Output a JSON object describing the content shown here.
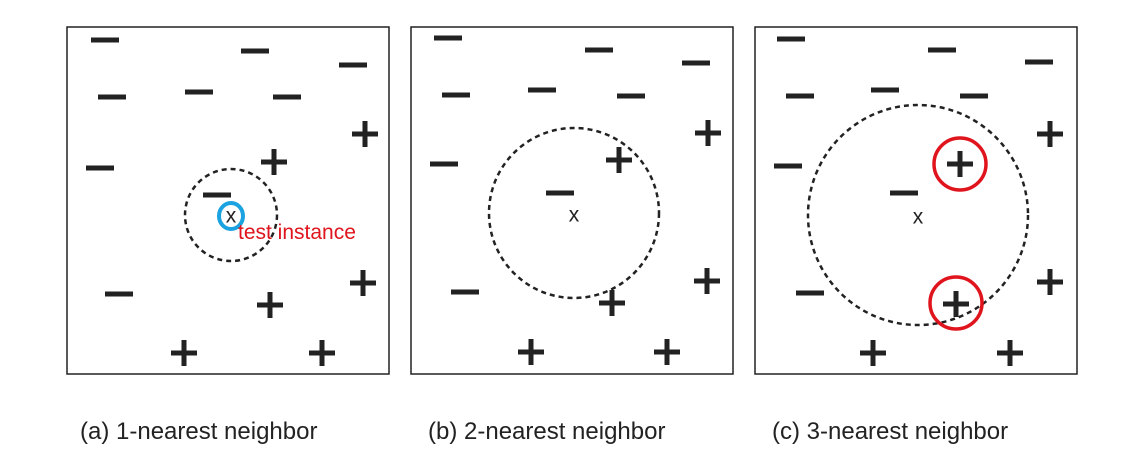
{
  "captions": {
    "a": "(a) 1-nearest neighbor",
    "b": "(b) 2-nearest neighbor",
    "c": "(c) 3-nearest neighbor"
  },
  "labels": {
    "test_point": "x",
    "test_instance": "test instance",
    "minus": "−",
    "plus": "+"
  },
  "colors": {
    "ink": "#222222",
    "test_point_ring": "#1aa3e0",
    "neighbor_ring": "#e0141c",
    "annotation_text": "#e0141c"
  }
}
